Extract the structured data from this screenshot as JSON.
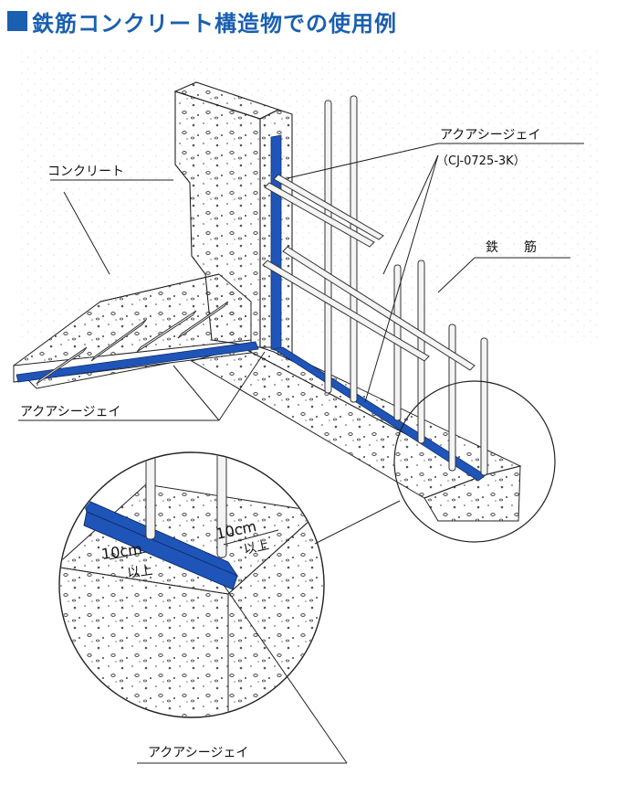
{
  "title": "鉄筋コンクリート構造物での使用例",
  "labels": {
    "concrete": "コンクリート",
    "product_top": "アクアシージェイ",
    "product_code": "（CJ-0725-3K）",
    "rebar": "鉄　　筋",
    "product_left": "アクアシージェイ",
    "product_bottom": "アクアシージェイ",
    "dim_left": "10cm",
    "dim_left_sub": "以上",
    "dim_right": "10cm",
    "dim_right_sub": "以上"
  },
  "colors": {
    "accent": "#1a5fb0",
    "sealant": "#1f55b8",
    "line": "#222222"
  }
}
